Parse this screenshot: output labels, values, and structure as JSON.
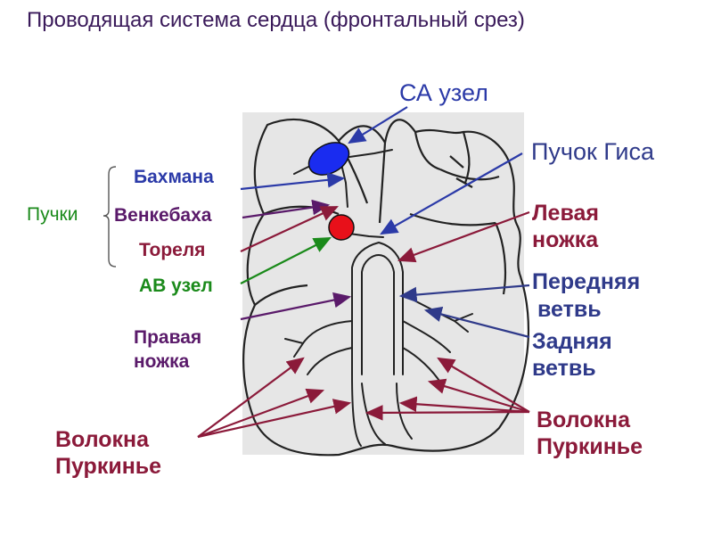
{
  "title": "Проводящая система сердца (фронтальный срез)",
  "labels": {
    "sa_node": "СА узел",
    "his_bundle": "Пучок Гиса",
    "bundles_group": "Пучки",
    "bachmann": "Бахмана",
    "wenckebach": "Венкебаха",
    "thorel": "Тореля",
    "av_node": "АВ узел",
    "left_bundle_1": "Левая",
    "left_bundle_2": "ножка",
    "anterior_1": "Передняя",
    "anterior_2": "ветвь",
    "posterior_1": "Задняя",
    "posterior_2": "ветвь",
    "right_bundle_1": "Правая",
    "right_bundle_2": "ножка",
    "purkinje_left_1": "Волокна",
    "purkinje_left_2": "Пуркинье",
    "purkinje_right_1": "Волокна",
    "purkinje_right_2": "Пуркинье"
  },
  "colors": {
    "title": "#3a1a5a",
    "blue": "#2b3aa8",
    "navy": "#2f3a8a",
    "purple": "#5a1a6a",
    "crimson": "#8b1a3a",
    "green": "#1a8a1a",
    "sa_node_fill": "#1a2cf0",
    "av_node_fill": "#e8101a"
  }
}
